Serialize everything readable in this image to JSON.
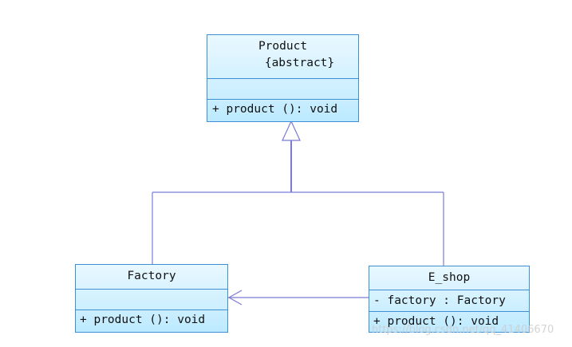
{
  "diagram": {
    "classes": {
      "product": {
        "name": "Product",
        "stereotype": "{abstract}",
        "attributes": [],
        "operations": [
          "+ product (): void"
        ]
      },
      "factory": {
        "name": "Factory",
        "attributes": [],
        "operations": [
          "+ product (): void"
        ]
      },
      "eshop": {
        "name": "E_shop",
        "attributes": [
          "- factory : Factory"
        ],
        "operations": [
          "+ product (): void"
        ]
      }
    },
    "relationships": [
      {
        "type": "generalization",
        "from": "Factory",
        "to": "Product"
      },
      {
        "type": "generalization",
        "from": "E_shop",
        "to": "Product"
      },
      {
        "type": "association",
        "from": "E_shop",
        "to": "Factory"
      }
    ],
    "colors": {
      "border": "#3f8fd6",
      "fill": "#c8eeff",
      "line": "#7b7bd6"
    }
  },
  "watermark": "https://blog.csdn.net/qq_41406670"
}
